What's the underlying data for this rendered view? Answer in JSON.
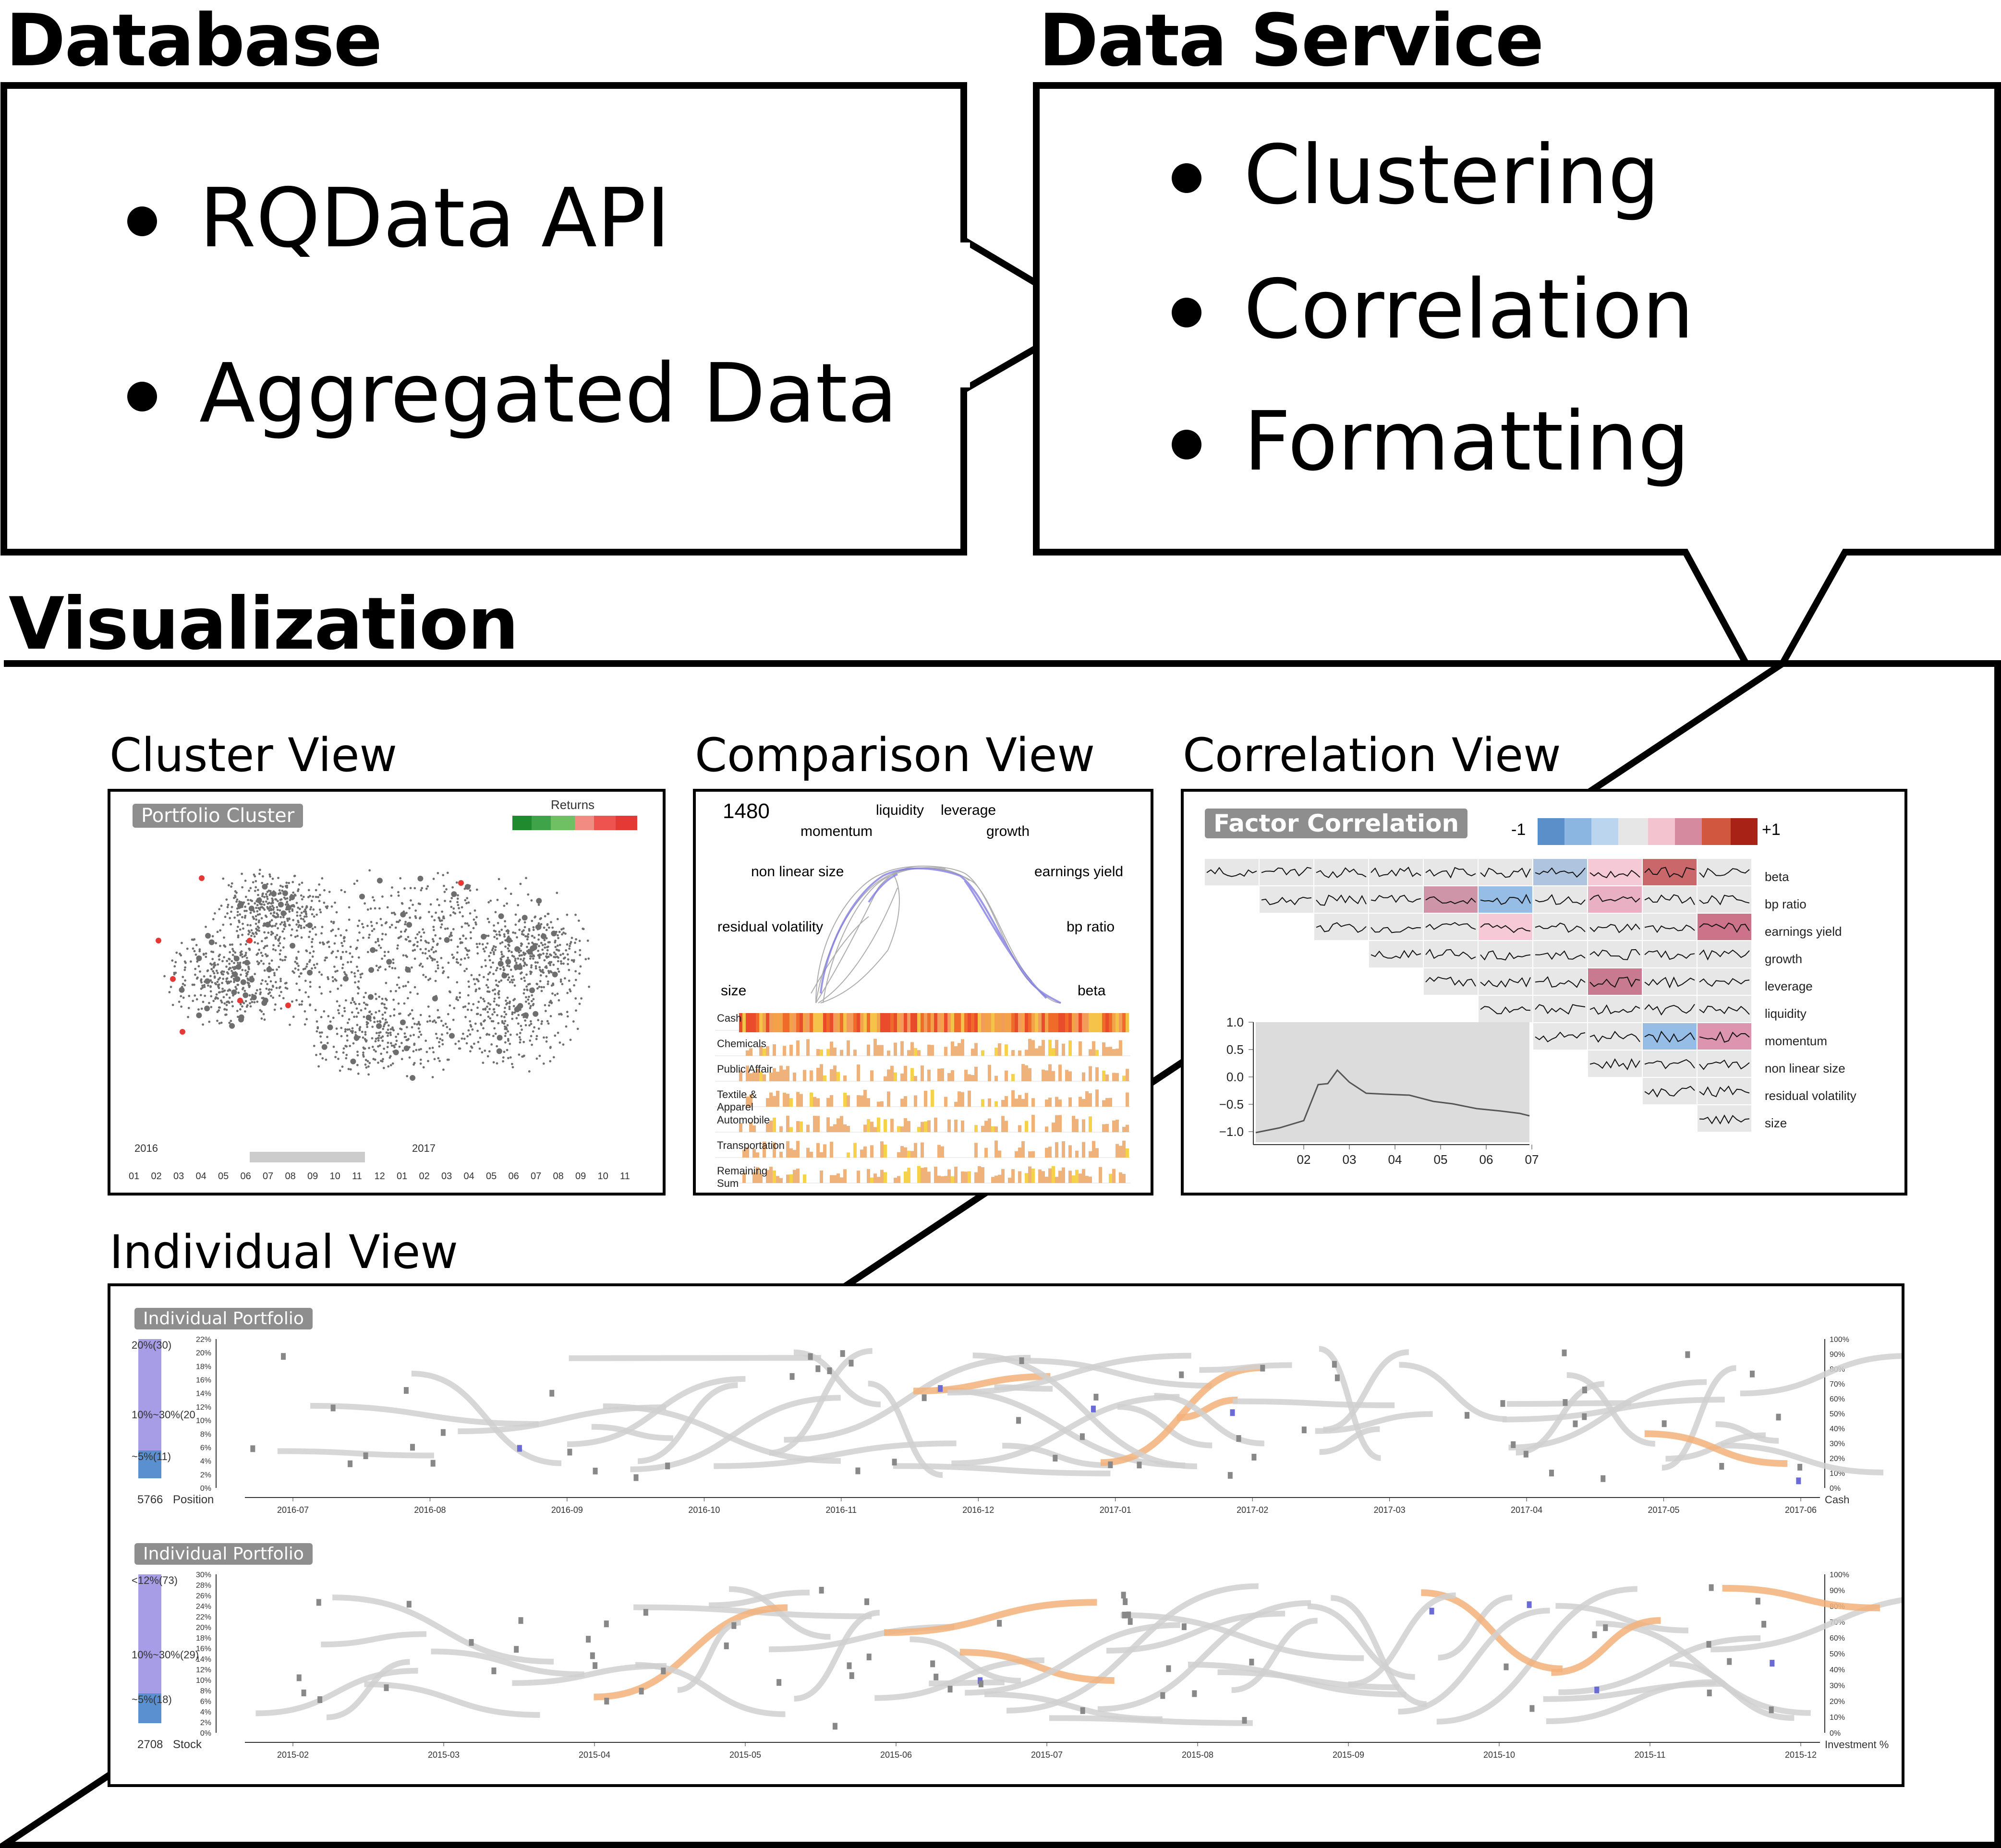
{
  "database": {
    "title": "Database",
    "items": [
      "RQData API",
      "Aggregated Data"
    ]
  },
  "data_service": {
    "title": "Data Service",
    "items": [
      "Clustering",
      "Correlation",
      "Formatting"
    ]
  },
  "visualization": {
    "title": "Visualization",
    "cluster_view": {
      "title": "Cluster View",
      "tag": "Portfolio Cluster",
      "legend_label": "Returns",
      "years": [
        "2016",
        "2017"
      ],
      "months": [
        "01",
        "02",
        "03",
        "04",
        "05",
        "06",
        "07",
        "08",
        "09",
        "10",
        "11",
        "12",
        "01",
        "02",
        "03",
        "04",
        "05",
        "06",
        "07",
        "08",
        "09",
        "10",
        "11"
      ]
    },
    "comparison_view": {
      "title": "Comparison View",
      "count": "1480",
      "factors": [
        "liquidity",
        "leverage",
        "momentum",
        "growth",
        "non linear size",
        "earnings yield",
        "residual volatility",
        "bp ratio",
        "size",
        "beta"
      ],
      "rows": [
        "Cash",
        "Chemicals",
        "Public Affair",
        "Textile & Apparel",
        "Automobile",
        "Transportation",
        "Remaining Sum"
      ]
    },
    "correlation_view": {
      "title": "Correlation View",
      "tag": "Factor Correlation",
      "scale_min": "-1",
      "scale_max": "+1",
      "factors": [
        "beta",
        "bp ratio",
        "earnings yield",
        "growth",
        "leverage",
        "liquidity",
        "momentum",
        "non linear size",
        "residual volatility",
        "size"
      ],
      "y_ticks": [
        "1.0",
        "0.5",
        "0.0",
        "−0.5",
        "−1.0"
      ],
      "x_ticks": [
        "02",
        "03",
        "04",
        "05",
        "06",
        "07"
      ]
    },
    "individual_view": {
      "title": "Individual View",
      "portfolio1": {
        "tag": "Individual Portfolio",
        "bars": [
          "20%(30)",
          "10%~30%(20",
          "~5%(11)"
        ],
        "count": "5766",
        "y_label": "Position",
        "right_label": "Cash",
        "y_ticks": [
          "22%",
          "20%",
          "18%",
          "16%",
          "14%",
          "12%",
          "10%",
          "8%",
          "6%",
          "4%",
          "2%",
          "0%"
        ],
        "right_ticks": [
          "100%",
          "90%",
          "80%",
          "70%",
          "60%",
          "50%",
          "40%",
          "30%",
          "20%",
          "10%",
          "0%"
        ],
        "x_ticks": [
          "2016-07",
          "2016-08",
          "2016-09",
          "2016-10",
          "2016-11",
          "2016-12",
          "2017-01",
          "2017-02",
          "2017-03",
          "2017-04",
          "2017-05",
          "2017-06"
        ]
      },
      "portfolio2": {
        "tag": "Individual Portfolio",
        "bars": [
          "<12%(73)",
          "10%~30%(29)",
          "~5%(18)"
        ],
        "count": "2708",
        "y_label": "Stock",
        "right_label": "Investment %",
        "y_ticks": [
          "30%",
          "28%",
          "26%",
          "24%",
          "22%",
          "20%",
          "18%",
          "16%",
          "14%",
          "12%",
          "10%",
          "8%",
          "6%",
          "4%",
          "2%",
          "0%"
        ],
        "right_ticks": [
          "100%",
          "90%",
          "80%",
          "70%",
          "60%",
          "50%",
          "40%",
          "30%",
          "20%",
          "10%",
          "0%"
        ],
        "x_ticks": [
          "2015-02",
          "2015-03",
          "2015-04",
          "2015-05",
          "2015-06",
          "2015-07",
          "2015-08",
          "2015-09",
          "2015-10",
          "2015-11",
          "2015-12"
        ]
      }
    }
  },
  "colors": {
    "stroke": "#000000",
    "tag_bg": "#8e8e8e",
    "green": "#2e9e3a",
    "red": "#e53935",
    "orange": "#f0a060",
    "blue": "#5a8fd0",
    "purple": "#9f8fe0",
    "gray": "#cccccc"
  }
}
